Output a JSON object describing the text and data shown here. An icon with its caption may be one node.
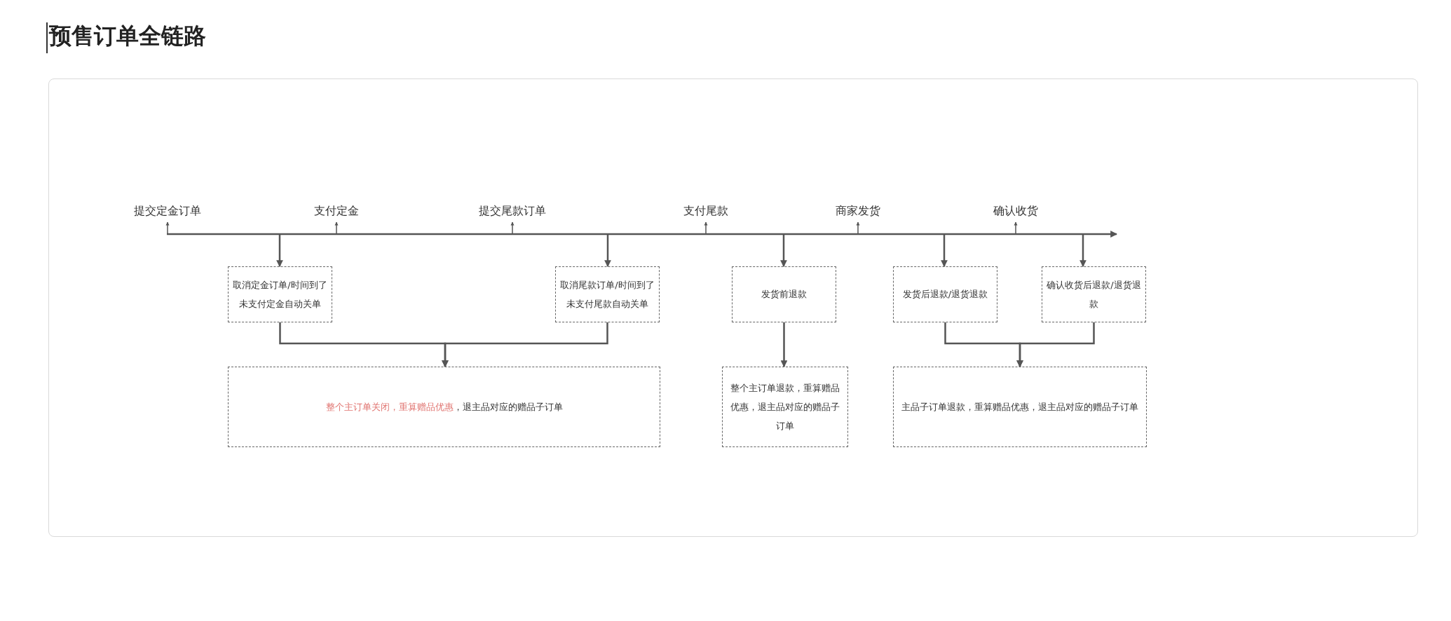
{
  "diagram": {
    "title": "预售订单全链路",
    "nodes": [
      {
        "text": [
          "提交定金订单"
        ]
      },
      {
        "text": [
          "支付定金"
        ]
      },
      {
        "text": [
          "提交尾款订单"
        ]
      },
      {
        "text": [
          "支付尾款"
        ]
      },
      {
        "text": [
          "商家发货"
        ]
      },
      {
        "text": [
          "确认收货"
        ]
      },
      {
        "text": [
          "取消定金订单/时间到了未支付定金自动关单"
        ]
      },
      {
        "text": [
          "取消尾款订单/时间到了未支付尾款自动关单"
        ]
      },
      {
        "text": [
          "发货前退款"
        ]
      },
      {
        "text": [
          "发货后退款/退货退款"
        ]
      },
      {
        "text": [
          "确认收货后退款/退货退款"
        ]
      },
      {
        "text": [
          "*整个主订单关闭，重算赠品优惠*，退主品对应的赠品子订单"
        ]
      },
      {
        "text": [
          "整个主订单退款，重算赠品优惠，退主品对应的赠品子订单"
        ]
      },
      {
        "text": [
          "主品子订单退款，重算赠品优惠，退主品对应的赠品子订单"
        ]
      }
    ],
    "edges": [
      {
        "from": null,
        "to": 0,
        "arrow": "to"
      },
      {
        "from": null,
        "to": 1,
        "arrow": "to"
      },
      {
        "from": null,
        "to": 2,
        "arrow": "to"
      },
      {
        "from": null,
        "to": 3,
        "arrow": "to"
      },
      {
        "from": null,
        "to": 4,
        "arrow": "to"
      },
      {
        "from": null,
        "to": 5,
        "arrow": "to"
      },
      {
        "from": null,
        "to": 6,
        "arrow": "to"
      },
      {
        "from": null,
        "to": 7,
        "arrow": "to"
      },
      {
        "from": null,
        "to": 8,
        "arrow": "to"
      },
      {
        "from": null,
        "to": 9,
        "arrow": "to"
      },
      {
        "from": null,
        "to": 10,
        "arrow": "to"
      },
      {
        "from": 6,
        "to": 11,
        "arrow": "to"
      },
      {
        "from": 7,
        "to": 11,
        "arrow": "to"
      },
      {
        "from": 8,
        "to": 12,
        "arrow": "to"
      },
      {
        "from": 9,
        "to": 13,
        "arrow": "to"
      },
      {
        "from": 10,
        "to": 13,
        "arrow": "to"
      }
    ]
  }
}
